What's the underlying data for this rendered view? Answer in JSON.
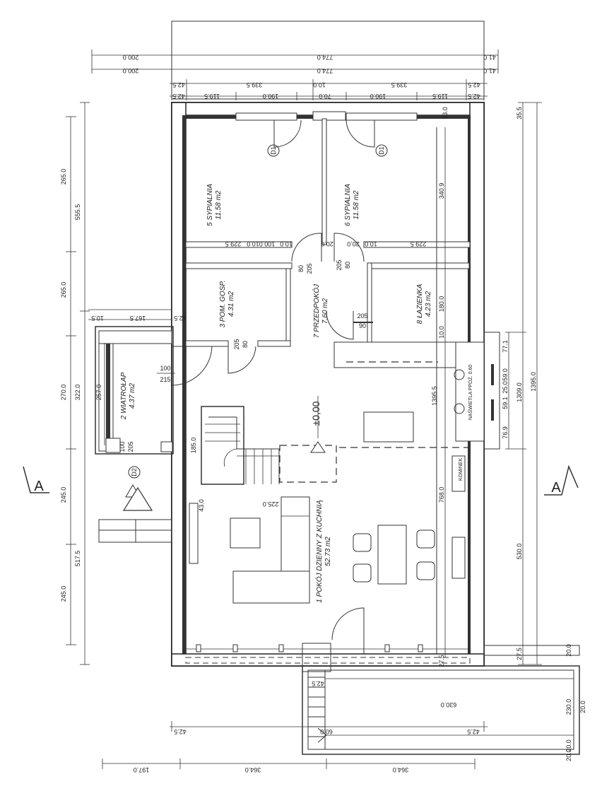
{
  "rooms": {
    "r1": {
      "name": "1 POKÓJ DZIENNY Z KUCHNIĄ",
      "area": "52.73 m2"
    },
    "r2": {
      "name": "2 WIATROŁAP",
      "area": "4.37 m2"
    },
    "r3": {
      "name": "3 POM. GOSP.",
      "area": "4.31 m2"
    },
    "r5": {
      "name": "5 SYPIALNIA",
      "area": "11.58 m2"
    },
    "r6": {
      "name": "6 SYPIALNIA",
      "area": "11.58 m2"
    },
    "r7": {
      "name": "7 PRZEDPOKÓJ",
      "area": "7.60 m2"
    },
    "r8": {
      "name": "8 ŁAZIENKA",
      "area": "4.23 m2"
    }
  },
  "labels": {
    "level": "±0,00",
    "section_left": "A",
    "section_right": "A",
    "chimney": "KOMINEK",
    "window_tag": "NAŚWIETLA PPOŻ. 0.60",
    "door_tag_1": "D1",
    "door_tag_2": "D1",
    "door_tag_3": "D2"
  },
  "dims": {
    "top_outer_left": "200.0",
    "top_outer_mid": "774.0",
    "top_outer_right": "41.0",
    "top_row2_left": "200.0",
    "top_row2_mid": "774.0",
    "top_row2_right": "41.0",
    "top_row3_a": "42.5",
    "top_row3_b": "339.5",
    "top_row3_c": "10.0",
    "top_row3_d": "339.5",
    "top_row3_e": "42.5",
    "top_row4_a": "42.5",
    "top_row4_b": "119.5",
    "top_row4_c": "190.0",
    "top_row4_d": "70.0",
    "top_row4_e": "190.0",
    "top_row4_f": "119.5",
    "top_row4_g": "42.5",
    "left_a": "265.0",
    "left_b": "555.5",
    "left_c": "265.0",
    "left_d": "270.0",
    "left_e": "322.0",
    "left_f": "257.0",
    "left_g": "245.0",
    "left_h": "517.5",
    "left_i": "245.0",
    "left_j": "185.0",
    "right_a": "35.5",
    "right_b": "13.0",
    "right_c": "340.9",
    "right_d": "180.0",
    "right_e": "10.0",
    "right_f": "1395.5",
    "right_g": "768.0",
    "right_h": "530.0",
    "right_i": "27.5",
    "right_j": "77.1",
    "right_k": "59.0",
    "right_l": "59.1",
    "right_m": "25.0",
    "right_n": "76.9",
    "right_o": "1309.0",
    "right_p": "1395.0",
    "right_q": "27.5",
    "right_r": "20.0",
    "right_s": "230.0",
    "right_t": "20.0",
    "right_u": "20.0",
    "right_v": "20.0",
    "mid_a": "229.5",
    "mid_b": "10.0",
    "mid_c": "100.0",
    "mid_d": "10.0",
    "mid_e": "20.0",
    "mid_f": "20.0",
    "mid_g": "10.0",
    "mid_h": "229.5",
    "wind_a": "10.5",
    "wind_b": "167.5",
    "wind_c": "42.5",
    "door_a": "100",
    "door_b": "215",
    "door_c": "80",
    "door_d": "205",
    "door_e": "80",
    "door_f": "205",
    "door_g": "100",
    "door_h": "205",
    "door_i": "80",
    "door_j": "205",
    "door_k": "90",
    "door_l": "205",
    "living_a": "43.0",
    "living_b": "225.0",
    "bottom_a": "42.5",
    "bottom_b": "42.5",
    "bottom_c": "42.5",
    "bottom_d": "630.0",
    "bottom_e": "60.0",
    "bottom_f": "197.0",
    "bottom_g": "364.0",
    "bottom_h": "364.0"
  }
}
